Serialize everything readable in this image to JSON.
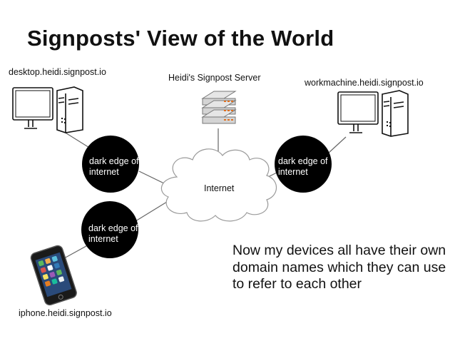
{
  "slide": {
    "title": "Signposts' View of the World",
    "note": "Now my devices all have their own domain names which they can use to refer to each other"
  },
  "nodes": {
    "desktop": "desktop.heidi.signpost.io",
    "server": "Heidi's Signpost Server",
    "workmachine": "workmachine.heidi.signpost.io",
    "iphone": "iphone.heidi.signpost.io",
    "internet": "Internet",
    "dark_edge": [
      "dark edge of",
      "internet"
    ]
  },
  "colors": {
    "circle": "#000000",
    "circle_text": "#ffffff",
    "line": "#666666",
    "cloud_stroke": "#9a9a9a"
  }
}
